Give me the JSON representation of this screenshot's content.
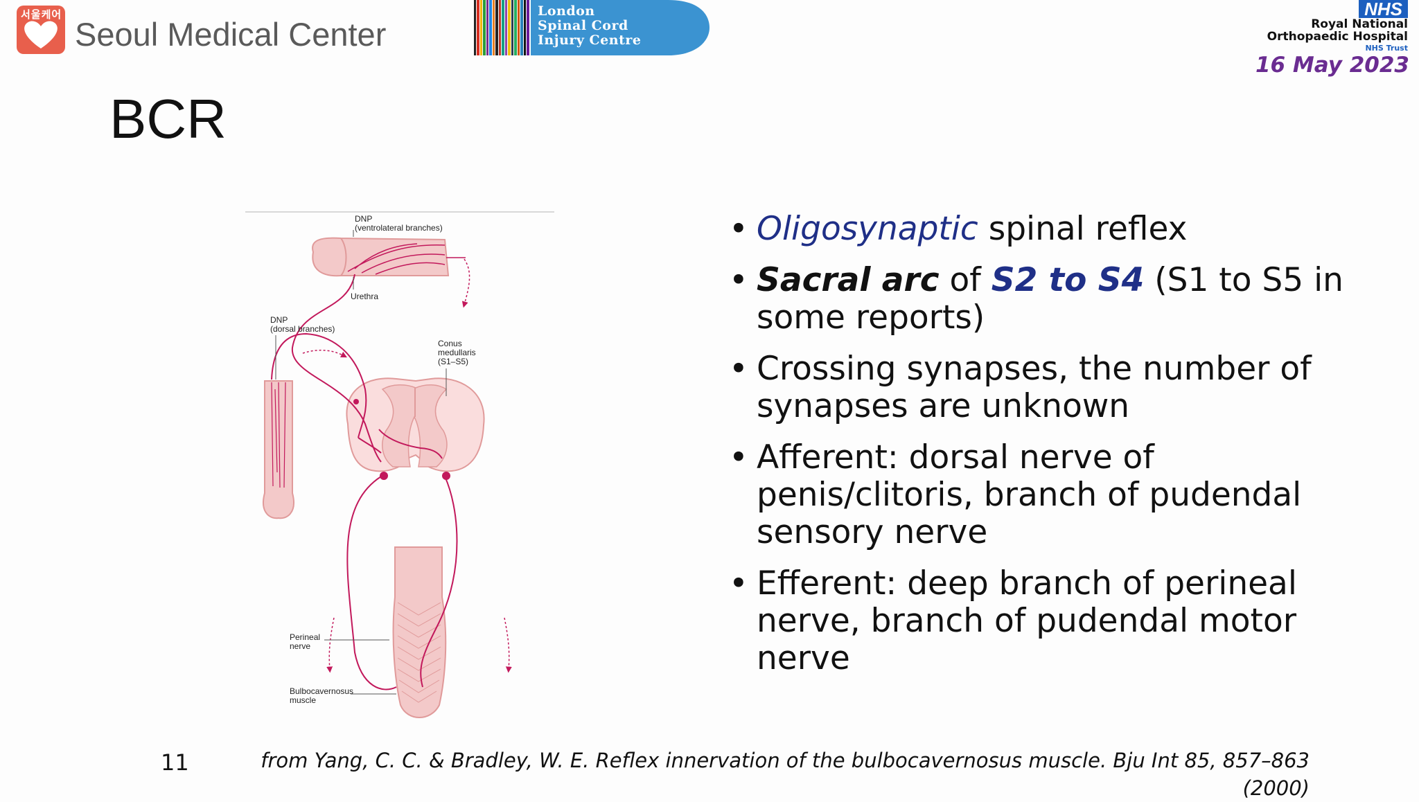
{
  "header": {
    "seoul_korean": "서울케어",
    "seoul_name": "Seoul Medical Center",
    "lscic_lines": [
      "London",
      "Spinal Cord",
      "Injury Centre"
    ],
    "nhs_badge": "NHS",
    "nhs_org_line1": "Royal National",
    "nhs_org_line2": "Orthopaedic Hospital",
    "nhs_trust": "NHS Trust",
    "date": "16 May 2023"
  },
  "slide": {
    "title": "BCR",
    "number": "11",
    "citation": "from Yang, C. C. & Bradley, W. E. Reflex innervation of the bulbocavernosus muscle. Bju Int 85, 857–863 (2000)"
  },
  "diagram": {
    "label_dnp_ventro_1": "DNP",
    "label_dnp_ventro_2": "(ventrolateral branches)",
    "label_urethra": "Urethra",
    "label_dnp_dorsal_1": "DNP",
    "label_dnp_dorsal_2": "(dorsal branches)",
    "label_conus_1": "Conus",
    "label_conus_2": "medullaris",
    "label_conus_3": "(S1–S5)",
    "label_perineal_1": "Perineal",
    "label_perineal_2": "nerve",
    "label_bulbo_1": "Bulbocavernosus",
    "label_bulbo_2": "muscle"
  },
  "bullets": {
    "b1_italic": "Oligosynaptic",
    "b1_rest": " spinal reflex",
    "b2_italic_bold": "Sacral arc",
    "b2_of": " of ",
    "b2_blue": "S2 to S4",
    "b2_rest": " (S1 to S5 in some reports)",
    "b3": "Crossing synapses, the number of synapses are unknown",
    "b4": "Afferent: dorsal nerve of penis/clitoris, branch of pudendal sensory nerve",
    "b5": "Efferent: deep branch of perineal nerve, branch of pudendal motor nerve"
  },
  "colors": {
    "nerve": "#c2185b",
    "tissue": "#f3c9c9",
    "tissue_stroke": "#e09a9a",
    "accent_blue": "#1f2f87",
    "date_purple": "#6a2c91",
    "nhs_blue": "#1c5fbf"
  }
}
